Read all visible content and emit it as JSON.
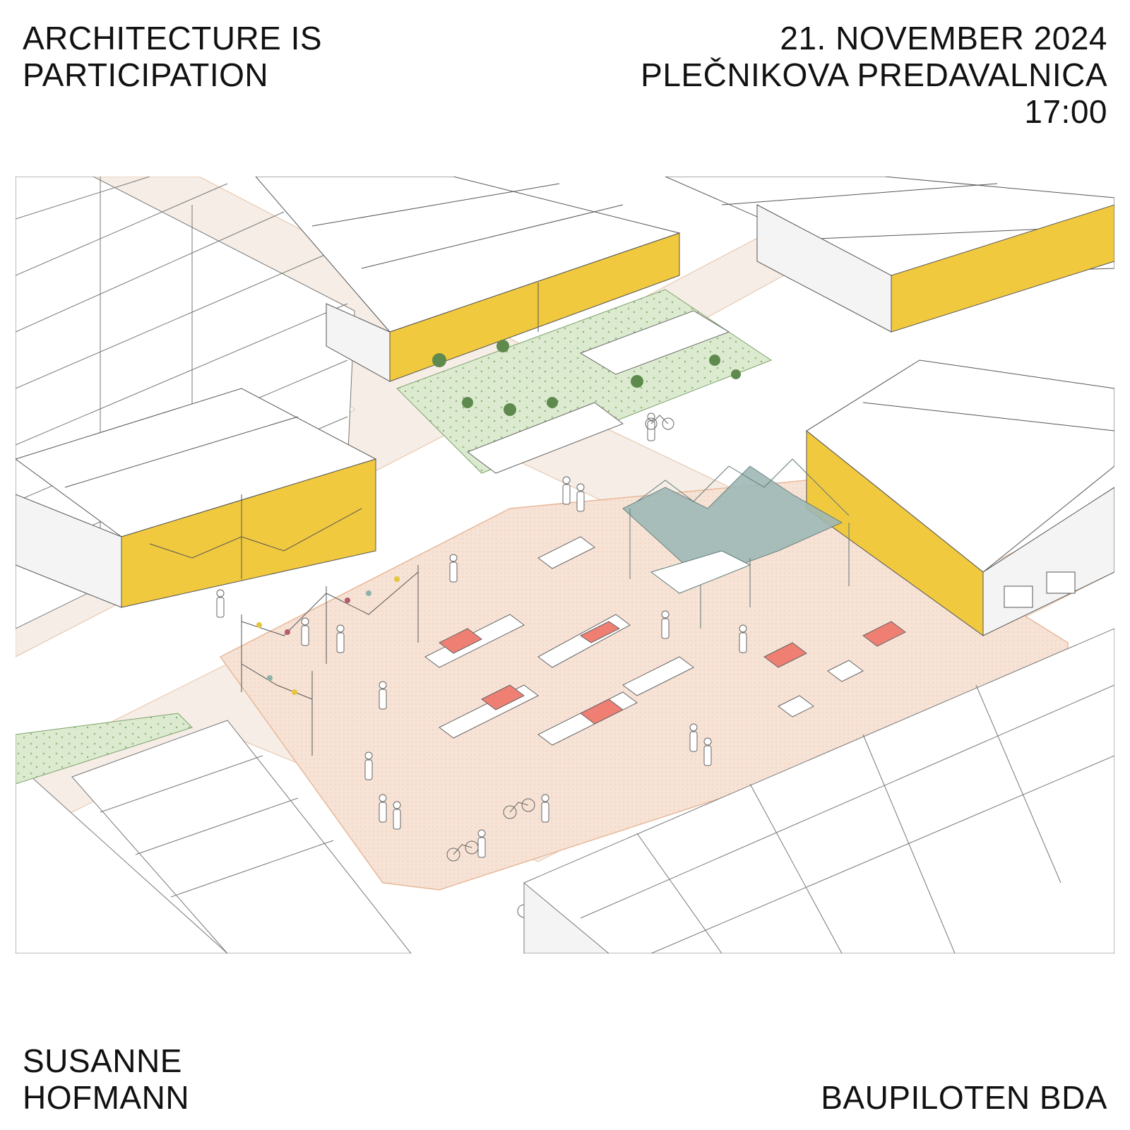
{
  "header": {
    "title_lines": [
      "ARCHITECTURE IS",
      "PARTICIPATION"
    ],
    "event_date": "21. NOVEMBER 2024",
    "event_venue": "PLEČNIKOVA PREDAVALNICA",
    "event_time": "17:00"
  },
  "footer": {
    "speaker_lines": [
      "SUSANNE",
      "HOFMANN"
    ],
    "organization": "BAUPILOTEN BDA"
  },
  "palette": {
    "facade_yellow": "#f1c93f",
    "plaza_beige": "#f7e3d6",
    "garden_green": "#dcebd0",
    "tent_teal": "#9fb9b6",
    "table_red": "#ee7f72",
    "line_gray": "#555555"
  },
  "illustration": {
    "icons": [
      "building-block",
      "garden-icon",
      "tent-icon",
      "table-icon",
      "person-icon",
      "bicycle-icon",
      "string-lights-icon"
    ]
  }
}
